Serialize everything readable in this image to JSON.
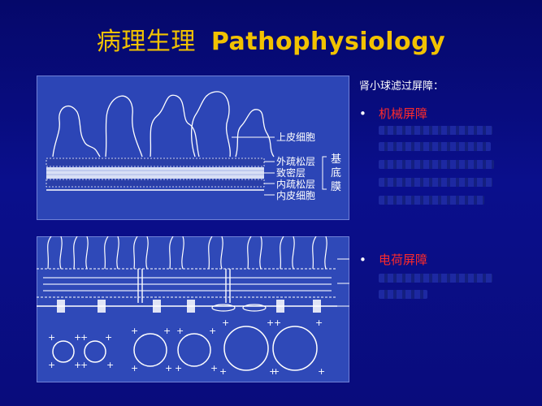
{
  "title": {
    "chinese": "病理生理",
    "english": "Pathophysiology"
  },
  "top_diagram": {
    "labels": [
      "上皮细胞",
      "外疏松层",
      "致密层",
      "内疏松层",
      "内皮细胞"
    ],
    "basement_membrane_label": [
      "基",
      "底",
      "膜"
    ]
  },
  "right_panel": {
    "heading": "肾小球滤过屏障：",
    "bullets": [
      {
        "marker": "•",
        "title": "机械屏障"
      },
      {
        "marker": "•",
        "title": "电荷屏障"
      }
    ]
  },
  "colors": {
    "background": "#0a0f8c",
    "title": "#f2c200",
    "bullet_title": "#ff2a2a",
    "diagram_panel": "#2c45b6",
    "line": "#ffffff"
  }
}
